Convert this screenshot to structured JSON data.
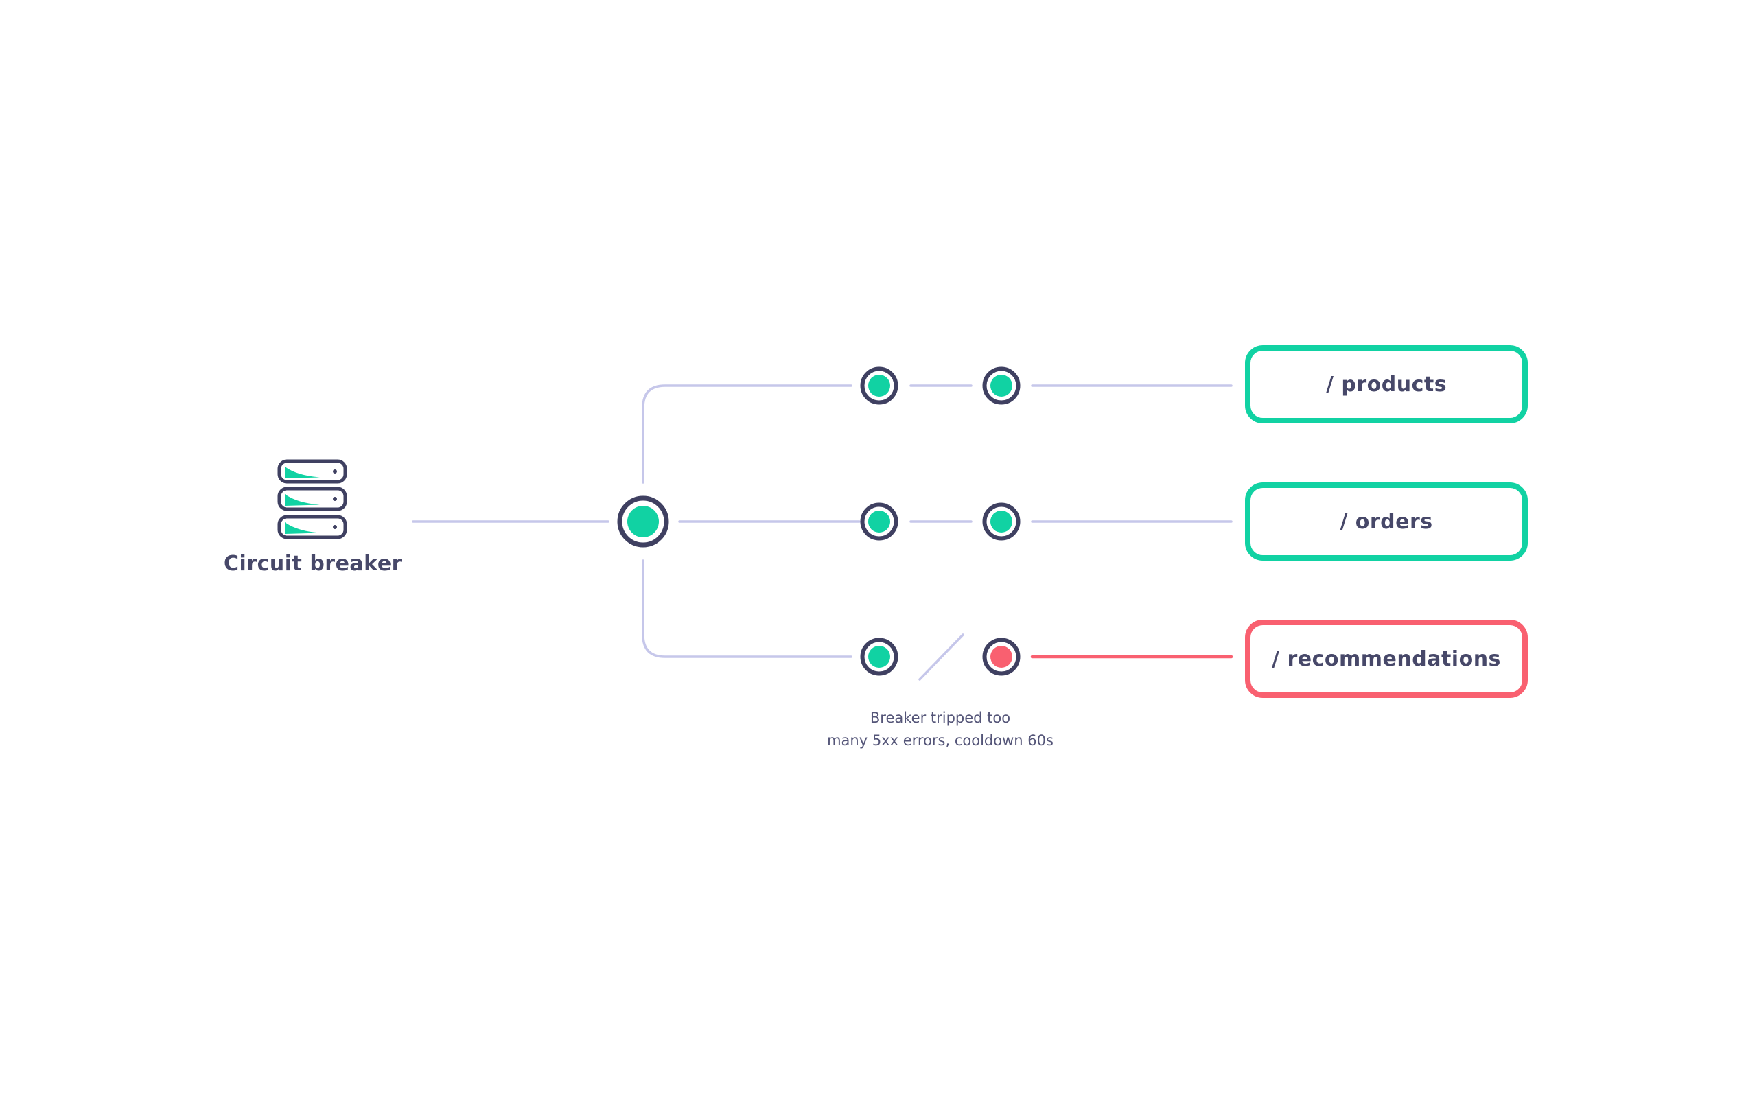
{
  "colors": {
    "slate": "#3f4061",
    "text": "#474869",
    "lavender": "#c6c7ea",
    "teal": "#11d2a3",
    "red": "#f96070",
    "caption": "#545578",
    "bg": "#ffffff"
  },
  "source": {
    "label": "Circuit breaker",
    "icon": "server-stack-icon"
  },
  "breaker": {
    "hub_state": "active",
    "switch_state": "open"
  },
  "routes": [
    {
      "label": "/ products",
      "state": "closed",
      "color": "#11d2a3"
    },
    {
      "label": "/ orders",
      "state": "closed",
      "color": "#11d2a3"
    },
    {
      "label": "/ recommendations",
      "state": "open",
      "color": "#f96070"
    }
  ],
  "annotation": {
    "line1": "Breaker tripped too",
    "line2": "many 5xx errors, cooldown 60s"
  }
}
